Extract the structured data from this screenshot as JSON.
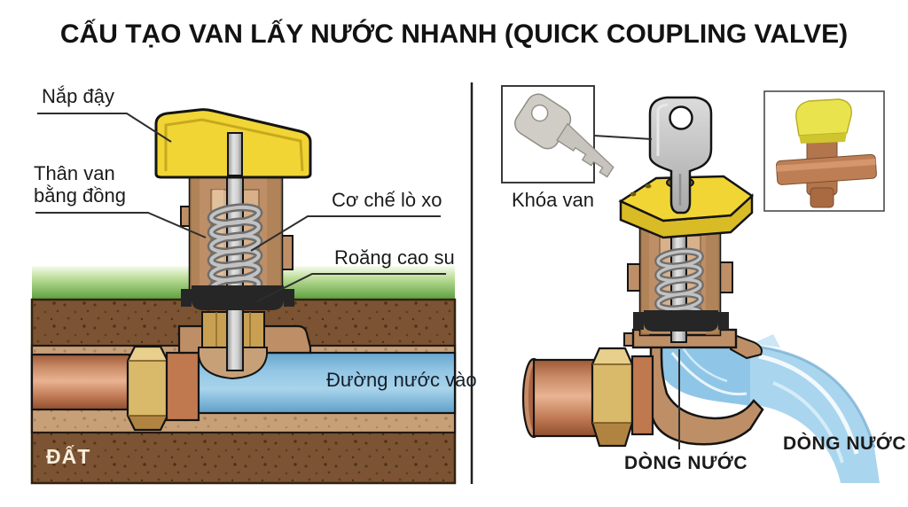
{
  "title": "CẤU TẠO VAN LẤY NƯỚC NHANH (QUICK COUPLING VALVE)",
  "left_diagram": {
    "labels": {
      "cap": "Nắp đậy",
      "valve_body": "Thân van\nbằng đồng",
      "spring_mechanism": "Cơ chế lò xo",
      "rubber_gasket": "Roăng cao su",
      "water_inlet": "Đường nước vào",
      "soil": "ĐẤT"
    }
  },
  "right_diagram": {
    "labels": {
      "valve_key": "Khóa van",
      "water_flow_outlet": "DÒNG NƯỚC",
      "water_flow_stream": "DÒNG NƯỚC"
    }
  },
  "colors": {
    "cap_yellow": "#F1D535",
    "cap_yellow_dark": "#D9BC25",
    "brass_body": "#BE8F66",
    "brass_seat": "#C9A052",
    "brass_nut": "#D9B96A",
    "copper_pipe": "#C88764",
    "water_blue": "#7FB9DD",
    "stream_blue": "#A9D5EE",
    "grass_green": "#6FAD4E",
    "soil_brown": "#7C5433",
    "bedding_tan": "#C7A078",
    "gasket_black": "#262626",
    "metal_gray": "#C6C6C6"
  }
}
